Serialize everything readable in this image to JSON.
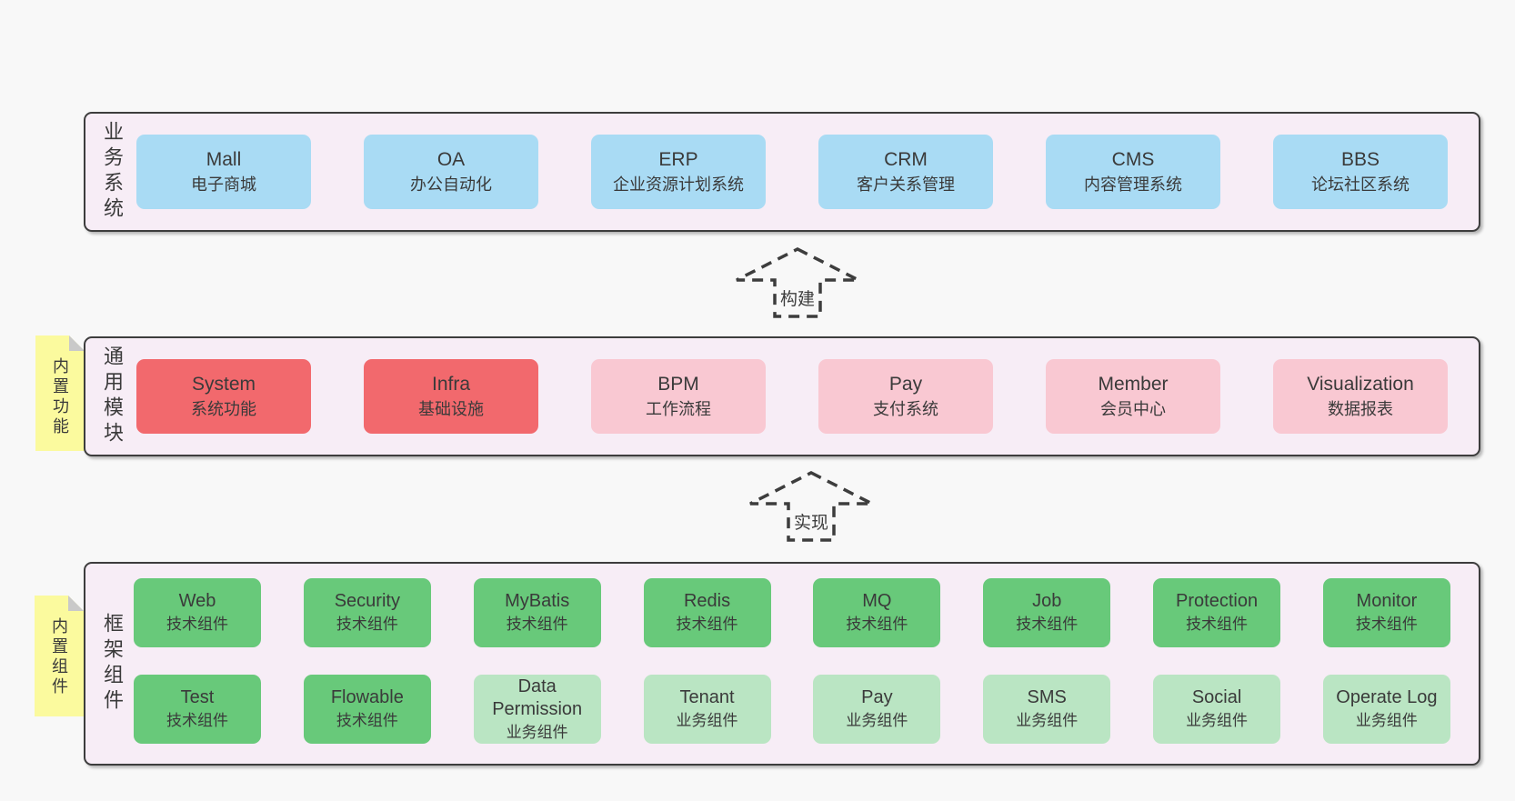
{
  "colors": {
    "page_bg": "#f8f8f8",
    "band_bg": "#f7edf6",
    "band_border": "#3d3d3d",
    "blue": "#a9dbf4",
    "red": "#f2696d",
    "pink": "#f9c8d2",
    "green": "#68c97a",
    "light_green": "#bae5c3",
    "sticky_yellow": "#fbfa9e",
    "sticky_fold": "#c9c9c9",
    "text": "#3a3a3a"
  },
  "arrows": [
    {
      "label": "构建"
    },
    {
      "label": "实现"
    }
  ],
  "bands": [
    {
      "label": "业务系统",
      "sticky": null,
      "rows": [
        [
          {
            "title": "Mall",
            "subtitle": "电子商城",
            "variant": "blue"
          },
          {
            "title": "OA",
            "subtitle": "办公自动化",
            "variant": "blue"
          },
          {
            "title": "ERP",
            "subtitle": "企业资源计划系统",
            "variant": "blue"
          },
          {
            "title": "CRM",
            "subtitle": "客户关系管理",
            "variant": "blue"
          },
          {
            "title": "CMS",
            "subtitle": "内容管理系统",
            "variant": "blue"
          },
          {
            "title": "BBS",
            "subtitle": "论坛社区系统",
            "variant": "blue"
          }
        ]
      ]
    },
    {
      "label": "通用模块",
      "sticky": "内置功能",
      "rows": [
        [
          {
            "title": "System",
            "subtitle": "系统功能",
            "variant": "red"
          },
          {
            "title": "Infra",
            "subtitle": "基础设施",
            "variant": "red"
          },
          {
            "title": "BPM",
            "subtitle": "工作流程",
            "variant": "pink"
          },
          {
            "title": "Pay",
            "subtitle": "支付系统",
            "variant": "pink"
          },
          {
            "title": "Member",
            "subtitle": "会员中心",
            "variant": "pink"
          },
          {
            "title": "Visualization",
            "subtitle": "数据报表",
            "variant": "pink"
          }
        ]
      ]
    },
    {
      "label": "框架组件",
      "sticky": "内置组件",
      "rows": [
        [
          {
            "title": "Web",
            "subtitle": "技术组件",
            "variant": "green"
          },
          {
            "title": "Security",
            "subtitle": "技术组件",
            "variant": "green"
          },
          {
            "title": "MyBatis",
            "subtitle": "技术组件",
            "variant": "green"
          },
          {
            "title": "Redis",
            "subtitle": "技术组件",
            "variant": "green"
          },
          {
            "title": "MQ",
            "subtitle": "技术组件",
            "variant": "green"
          },
          {
            "title": "Job",
            "subtitle": "技术组件",
            "variant": "green"
          },
          {
            "title": "Protection",
            "subtitle": "技术组件",
            "variant": "green"
          },
          {
            "title": "Monitor",
            "subtitle": "技术组件",
            "variant": "green"
          }
        ],
        [
          {
            "title": "Test",
            "subtitle": "技术组件",
            "variant": "green"
          },
          {
            "title": "Flowable",
            "subtitle": "技术组件",
            "variant": "green"
          },
          {
            "title": "Data Permission",
            "subtitle": "业务组件",
            "variant": "light-green"
          },
          {
            "title": "Tenant",
            "subtitle": "业务组件",
            "variant": "light-green"
          },
          {
            "title": "Pay",
            "subtitle": "业务组件",
            "variant": "light-green"
          },
          {
            "title": "SMS",
            "subtitle": "业务组件",
            "variant": "light-green"
          },
          {
            "title": "Social",
            "subtitle": "业务组件",
            "variant": "light-green"
          },
          {
            "title": "Operate Log",
            "subtitle": "业务组件",
            "variant": "light-green"
          }
        ]
      ]
    }
  ]
}
